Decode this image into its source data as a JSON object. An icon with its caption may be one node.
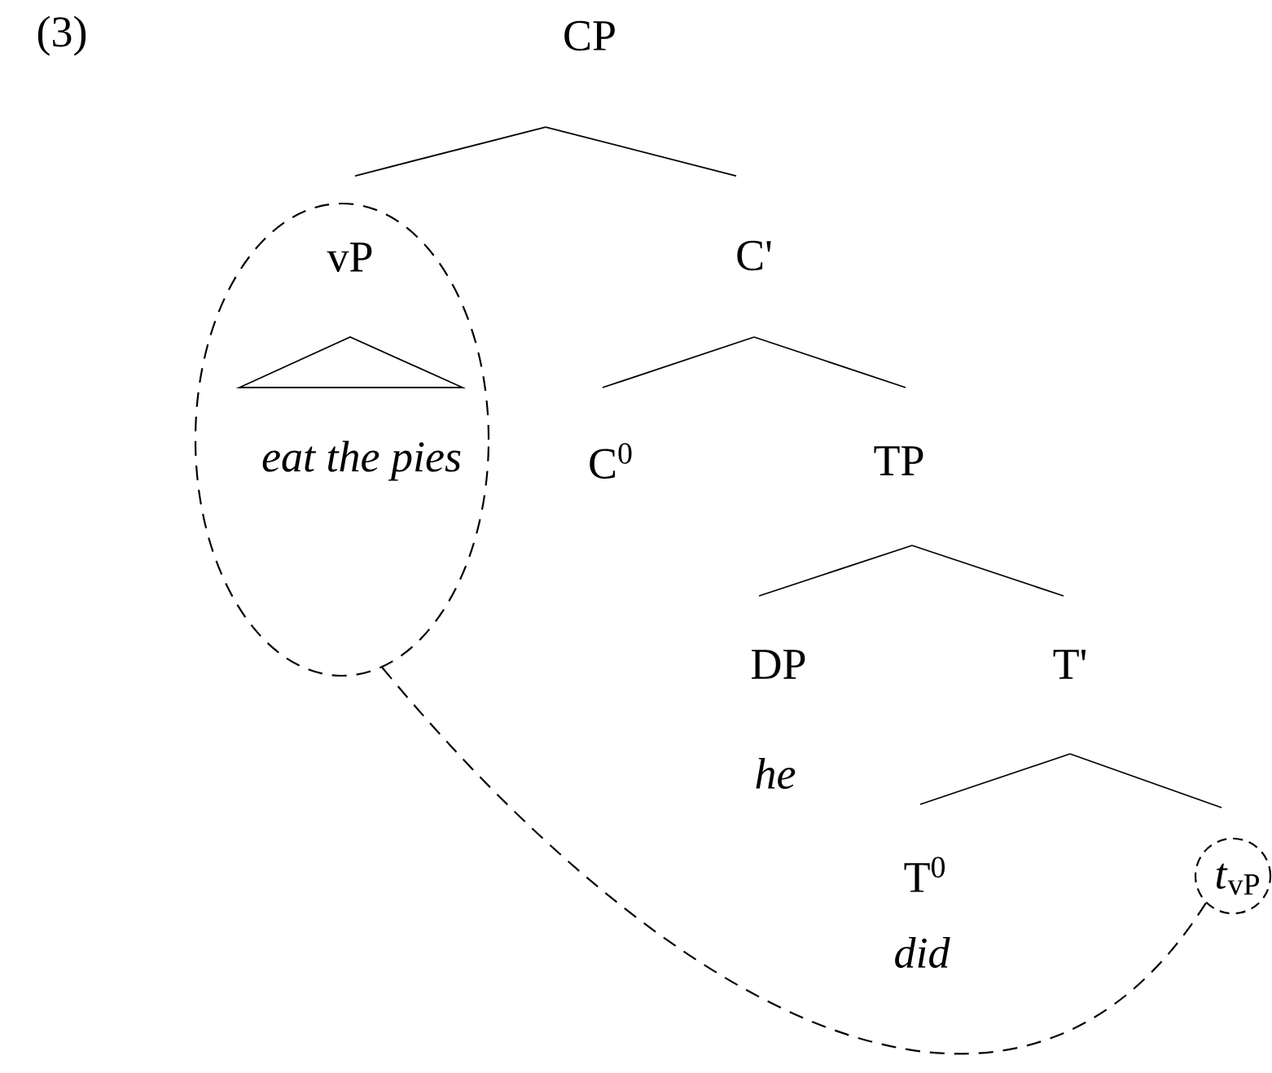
{
  "diagram": {
    "nodes": [
      {
        "text": [
          "CP"
        ]
      },
      {
        "text": [
          "vP",
          "eat the pies"
        ]
      },
      {
        "text": [
          "C'"
        ]
      },
      {
        "text": [
          "C$^{0}$"
        ]
      },
      {
        "text": [
          "TP"
        ]
      },
      {
        "text": [
          "DP",
          "he"
        ]
      },
      {
        "text": [
          "T'"
        ]
      },
      {
        "text": [
          "T$^{0}$",
          "did"
        ]
      },
      {
        "text": [
          "*t*$_{vP}$"
        ]
      }
    ],
    "edges": [
      {
        "from": 0,
        "to": 1,
        "arrow": "none"
      },
      {
        "from": 0,
        "to": 2,
        "arrow": "none"
      },
      {
        "from": 2,
        "to": 3,
        "arrow": "none"
      },
      {
        "from": 2,
        "to": 4,
        "arrow": "none"
      },
      {
        "from": 4,
        "to": 5,
        "arrow": "none"
      },
      {
        "from": 4,
        "to": 6,
        "arrow": "none"
      },
      {
        "from": 6,
        "to": 7,
        "arrow": "none"
      },
      {
        "from": 6,
        "to": 8,
        "arrow": "none"
      },
      {
        "from": 1,
        "to": 8,
        "arrow": "none",
        "style": "dashed"
      }
    ],
    "labels": [
      "(3)"
    ]
  }
}
